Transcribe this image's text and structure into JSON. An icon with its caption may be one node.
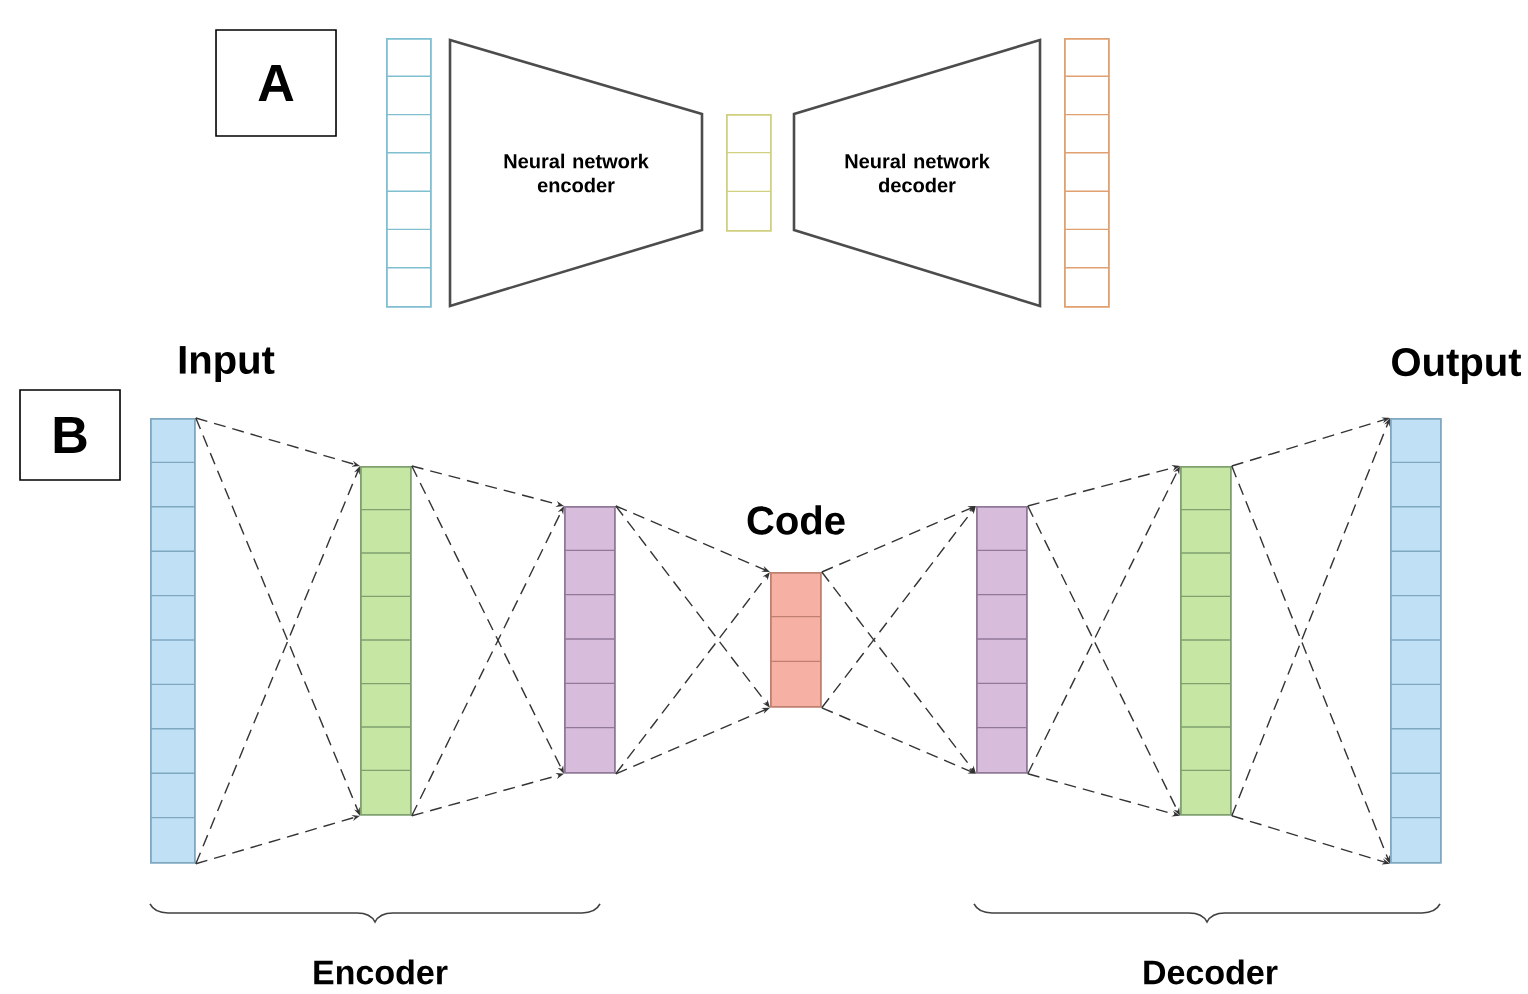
{
  "diagram": {
    "nodes": [
      {
        "text": [
          "A"
        ]
      },
      {
        "text": [],
        "shape": "bar"
      },
      {
        "text": [
          "Neural network encoder"
        ]
      },
      {
        "text": [],
        "shape": "bar"
      },
      {
        "text": [
          "Neural network decoder"
        ]
      },
      {
        "text": [],
        "shape": "bar"
      },
      {
        "text": [
          "B"
        ]
      },
      {
        "text": [
          "Input"
        ]
      },
      {
        "text": [],
        "shape": "bar"
      },
      {
        "text": [],
        "shape": "bar"
      },
      {
        "text": [
          "Code"
        ]
      },
      {
        "text": [],
        "shape": "bar"
      },
      {
        "text": [],
        "shape": "bar"
      },
      {
        "text": [
          "Output"
        ]
      }
    ],
    "edges": [
      {
        "from": 7,
        "to": 8,
        "arrow": "to",
        "style": "dashed"
      },
      {
        "from": 7,
        "to": 8,
        "arrow": "to",
        "style": "dashed"
      },
      {
        "from": 7,
        "to": 8,
        "arrow": "to",
        "style": "dashed"
      },
      {
        "from": 7,
        "to": 8,
        "arrow": "to",
        "style": "dashed"
      },
      {
        "from": 8,
        "to": 9,
        "arrow": "to",
        "style": "dashed"
      },
      {
        "from": 8,
        "to": 9,
        "arrow": "to",
        "style": "dashed"
      },
      {
        "from": 8,
        "to": 9,
        "arrow": "to",
        "style": "dashed"
      },
      {
        "from": 8,
        "to": 9,
        "arrow": "to",
        "style": "dashed"
      },
      {
        "from": 9,
        "to": 10,
        "arrow": "to",
        "style": "dashed"
      },
      {
        "from": 9,
        "to": 10,
        "arrow": "to",
        "style": "dashed"
      },
      {
        "from": 9,
        "to": 10,
        "arrow": "to",
        "style": "dashed"
      },
      {
        "from": 9,
        "to": 10,
        "arrow": "to",
        "style": "dashed"
      },
      {
        "from": 10,
        "to": 11,
        "arrow": "to",
        "style": "dashed"
      },
      {
        "from": 10,
        "to": 11,
        "arrow": "to",
        "style": "dashed"
      },
      {
        "from": 10,
        "to": 11,
        "arrow": "to",
        "style": "dashed"
      },
      {
        "from": 10,
        "to": 11,
        "arrow": "to",
        "style": "dashed"
      },
      {
        "from": 11,
        "to": 12,
        "arrow": "to",
        "style": "dashed"
      },
      {
        "from": 11,
        "to": 12,
        "arrow": "to",
        "style": "dashed"
      },
      {
        "from": 11,
        "to": 12,
        "arrow": "to",
        "style": "dashed"
      },
      {
        "from": 11,
        "to": 12,
        "arrow": "to",
        "style": "dashed"
      },
      {
        "from": 12,
        "to": 13,
        "arrow": "to",
        "style": "dashed"
      },
      {
        "from": 12,
        "to": 13,
        "arrow": "to",
        "style": "dashed"
      },
      {
        "from": 12,
        "to": 13,
        "arrow": "to",
        "style": "dashed"
      },
      {
        "from": 12,
        "to": 13,
        "arrow": "to",
        "style": "dashed"
      }
    ],
    "labels": [
      "Encoder",
      "Decoder"
    ]
  }
}
